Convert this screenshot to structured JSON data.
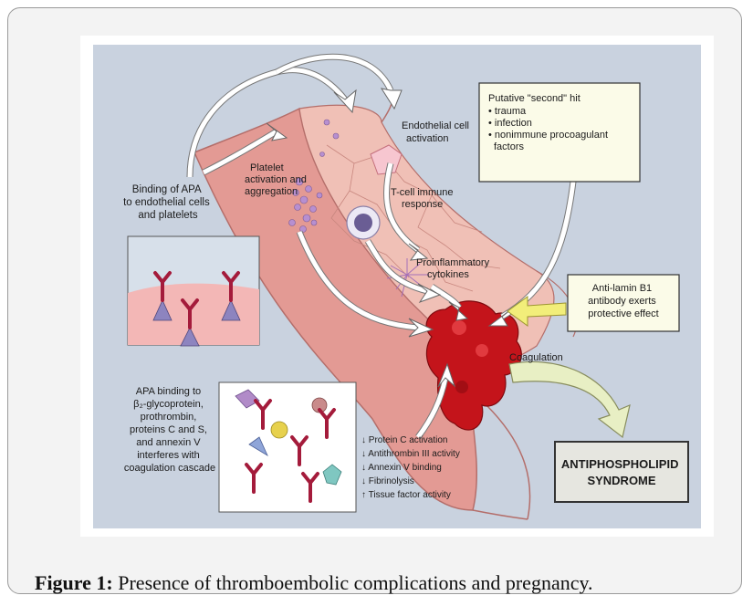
{
  "diagram": {
    "labels": {
      "endothelial_activation": [
        "Endothelial cell",
        "activation"
      ],
      "platelet_activation": [
        "Platelet",
        "activation and",
        "aggregation"
      ],
      "binding_apa": [
        "Binding of APA",
        "to endothelial cells",
        "and platelets"
      ],
      "tcell": [
        "T-cell immune",
        "response"
      ],
      "proinflammatory": [
        "Proinflammatory",
        "cytokines"
      ],
      "coagulation": "Coagulation",
      "apa_binding": [
        "APA binding to",
        "β₂-glycoprotein,",
        "prothrombin,",
        "proteins C and S,",
        "and annexin V",
        "interferes with",
        "coagulation cascade"
      ],
      "effects": [
        {
          "arrow": "↓",
          "text": "Protein C activation"
        },
        {
          "arrow": "↓",
          "text": "Antithrombin III activity"
        },
        {
          "arrow": "↓",
          "text": "Annexin V binding"
        },
        {
          "arrow": "↓",
          "text": "Fibrinolysis"
        },
        {
          "arrow": "↑",
          "text": "Tissue factor activity"
        }
      ]
    },
    "second_hit": {
      "title": "Putative \"second\" hit",
      "items": [
        "• trauma",
        "• infection",
        "• nonimmune procoagulant",
        "  factors"
      ]
    },
    "anti_lamin": [
      "Anti-lamin B1",
      "antibody exerts",
      "protective effect"
    ],
    "syndrome": [
      "ANTIPHOSPHOLIPID",
      "SYNDROME"
    ],
    "colors": {
      "background": "#c9d2df",
      "vessel": "#e6a29c",
      "clot": "#c4141b",
      "note_fill": "#fbfbe8",
      "yellow_arrow": "#f2ee7a",
      "green_arrow": "#e8efc4"
    }
  },
  "caption": {
    "label": "Figure 1:",
    "text": " Presence of thromboembolic complications and pregnancy."
  }
}
